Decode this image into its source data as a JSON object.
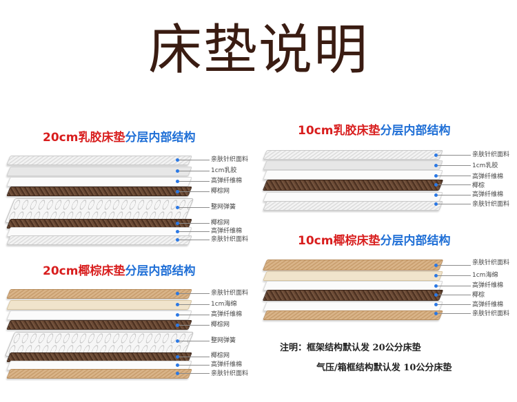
{
  "title": "床垫说明",
  "panels": [
    {
      "title_red": "20cm乳胶床垫",
      "title_blue": "分层内部结构",
      "labels": [
        "亲肤针织面料",
        "1cm乳胶",
        "高弹纤维棉",
        "椰棕网",
        "整网弹簧",
        "椰棕网",
        "高弹纤维棉",
        "亲肤针织面料"
      ]
    },
    {
      "title_red": "10cm乳胶床垫",
      "title_blue": "分层内部结构",
      "labels": [
        "亲肤针织面料",
        "1cm乳胶",
        "高弹纤维棉",
        "椰棕",
        "高弹纤维棉",
        "亲肤针织面料"
      ]
    },
    {
      "title_red": "20cm椰棕床垫",
      "title_blue": "分层内部结构",
      "labels": [
        "亲肤针织面料",
        "1cm海绵",
        "高弹纤维棉",
        "椰棕网",
        "整网弹簧",
        "椰棕网",
        "高弹纤维棉",
        "亲肤针织面料"
      ]
    },
    {
      "title_red": "10cm椰棕床垫",
      "title_blue": "分层内部结构",
      "labels": [
        "亲肤针织面料",
        "1cm海绵",
        "高弹纤维棉",
        "椰棕",
        "高弹纤维棉",
        "亲肤针织面料"
      ]
    }
  ],
  "note": {
    "line1": "注明：框架结构默认发 20公分床垫",
    "line2": "气压/箱框结构默认发 10公分床垫"
  }
}
